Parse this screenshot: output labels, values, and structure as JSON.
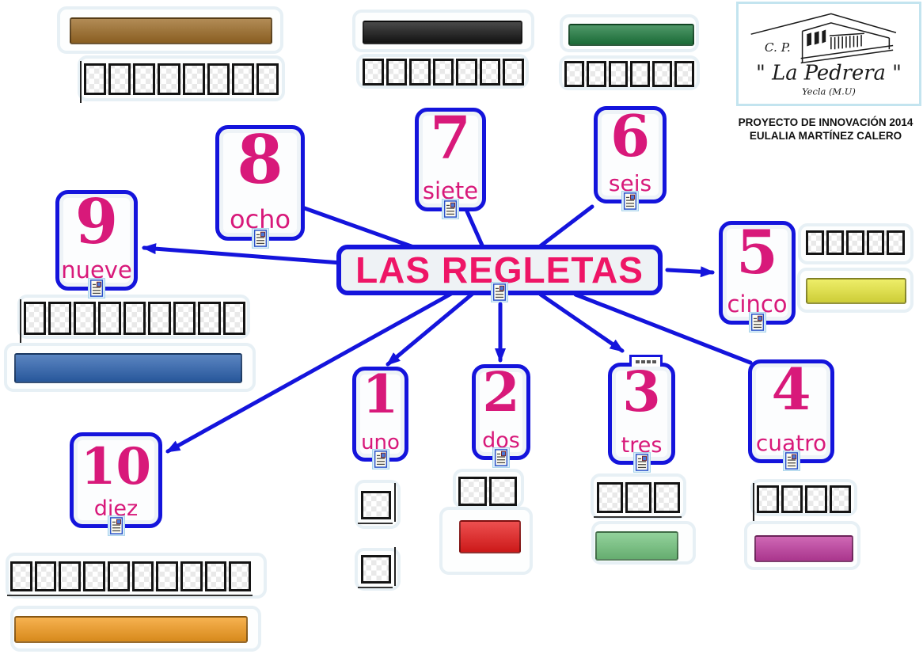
{
  "title_node": {
    "label": "LAS REGLETAS"
  },
  "credits": {
    "line1": "PROYECTO DE INNOVACIÓN 2014",
    "line2": "EULALIA MARTÍNEZ CALERO"
  },
  "logo": {
    "prefix": "C. P.",
    "name": "\" La Pedrera \"",
    "subtitle": "Yecla (M.U)"
  },
  "colors": {
    "node_blue": "#1414dc",
    "title_pink": "#ee1566",
    "number_pink": "#d8197a"
  },
  "icons": {
    "note": "note-icon",
    "collapsed_tab": "collapsed-children-tab"
  },
  "numbers": [
    {
      "id": "uno",
      "digit": "1",
      "word": "uno"
    },
    {
      "id": "dos",
      "digit": "2",
      "word": "dos"
    },
    {
      "id": "tres",
      "digit": "3",
      "word": "tres"
    },
    {
      "id": "cuatro",
      "digit": "4",
      "word": "cuatro"
    },
    {
      "id": "cinco",
      "digit": "5",
      "word": "cinco"
    },
    {
      "id": "seis",
      "digit": "6",
      "word": "seis"
    },
    {
      "id": "siete",
      "digit": "7",
      "word": "siete"
    },
    {
      "id": "ocho",
      "digit": "8",
      "word": "ocho"
    },
    {
      "id": "nueve",
      "digit": "9",
      "word": "nueve"
    },
    {
      "id": "diez",
      "digit": "10",
      "word": "diez"
    }
  ],
  "rods": {
    "brown": {
      "value": 8,
      "color": "#9c6b26"
    },
    "black": {
      "value": 7,
      "color": "#151515"
    },
    "dark_green": {
      "value": 6,
      "color": "#1e7a3e"
    },
    "blue": {
      "value": 9,
      "color": "#2d63b0"
    },
    "yellow": {
      "value": 5,
      "color": "#e9e93f"
    },
    "orange": {
      "value": 10,
      "color": "#f49c1f"
    },
    "red": {
      "value": 2,
      "color": "#e81d1d"
    },
    "light_green": {
      "value": 3,
      "color": "#74c57f"
    },
    "magenta": {
      "value": 4,
      "color": "#c13da0"
    }
  },
  "grids": {
    "eight": 8,
    "seven": 7,
    "six": 6,
    "nine": 9,
    "five": 5,
    "ten": 10,
    "one_a": 1,
    "one_b": 1,
    "two": 2,
    "three": 3,
    "four": 4
  },
  "links": [
    {
      "from": "LAS REGLETAS",
      "to": "ocho",
      "arrow": false
    },
    {
      "from": "LAS REGLETAS",
      "to": "siete",
      "arrow": false
    },
    {
      "from": "LAS REGLETAS",
      "to": "seis",
      "arrow": false
    },
    {
      "from": "LAS REGLETAS",
      "to": "nueve",
      "arrow": true
    },
    {
      "from": "LAS REGLETAS",
      "to": "cinco",
      "arrow": true
    },
    {
      "from": "LAS REGLETAS",
      "to": "diez",
      "arrow": true
    },
    {
      "from": "LAS REGLETAS",
      "to": "uno",
      "arrow": true
    },
    {
      "from": "LAS REGLETAS",
      "to": "dos",
      "arrow": true
    },
    {
      "from": "LAS REGLETAS",
      "to": "tres",
      "arrow": true
    },
    {
      "from": "LAS REGLETAS",
      "to": "cuatro",
      "arrow": false
    }
  ]
}
